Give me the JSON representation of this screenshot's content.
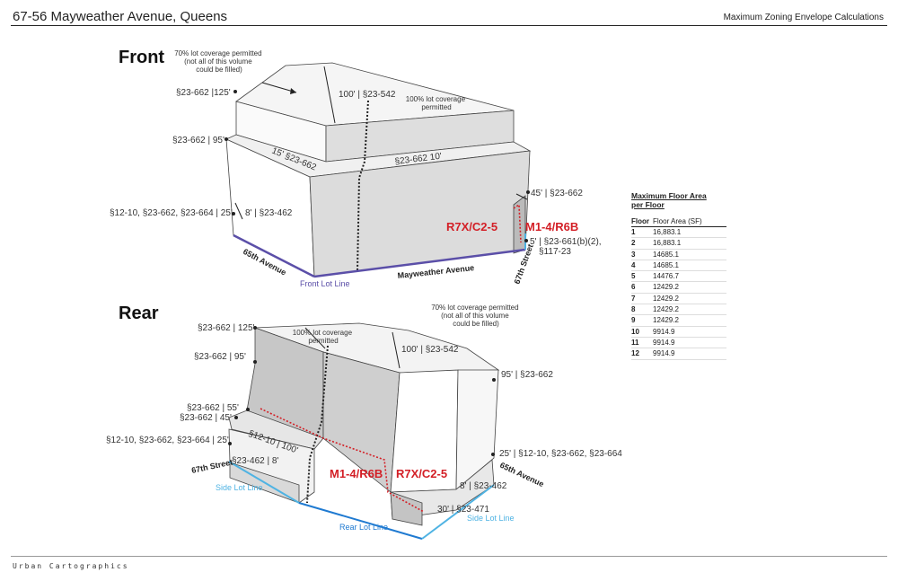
{
  "header": {
    "title": "67-56 Mayweather Avenue, Queens",
    "subtitle": "Maximum Zoning Envelope Calculations"
  },
  "footer": {
    "credit": "Urban Cartographics"
  },
  "front": {
    "section_label": "Front",
    "coverage_70": [
      "70% lot coverage permitted",
      "(not all of this volume",
      "could be filled)"
    ],
    "coverage_100": [
      "100% lot coverage",
      "permitted"
    ],
    "h125": "§23-662 |125'",
    "h95": "§23-662 | 95'",
    "h25": "§12-10, §23-662, §23-664 | 25'",
    "setback8": "8' | §23-462",
    "dim100": "100' | §23-542",
    "setback15": "15' §23-662",
    "setback10": "§23-662 10'",
    "h45": "45' | §23-662",
    "setback5": [
      "5' | §23-661(b)(2),",
      "§117-23"
    ],
    "zone_left": "R7X/C2-5",
    "zone_right": "M1-4/R6B",
    "street_65": "65th Avenue",
    "street_may": "Mayweather Avenue",
    "street_67": "67th Street",
    "lot_line": "Front Lot Line"
  },
  "rear": {
    "section_label": "Rear",
    "coverage_100": [
      "100% lot coverage",
      "permitted"
    ],
    "coverage_70": [
      "70% lot coverage permitted",
      "(not all of this volume",
      "could be filled)"
    ],
    "h125": "§23-662 | 125'",
    "h95": "§23-662 | 95'",
    "h55": "§23-662 | 55'",
    "h45": "§23-662 | 45'",
    "h25": "§12-10, §23-662, §23-664 | 25'",
    "dim100": "100' | §23-542",
    "setback_a": "§12-10 | 100'",
    "setback_b": "§23-462 | 8'",
    "r95": "95' | §23-662",
    "r25": "25' | §12-10, §23-662, §23-664",
    "r8": "8' | §23-462",
    "r30": "30' | §23-471",
    "zone_left": "M1-4/R6B",
    "zone_right": "R7X/C2-5",
    "street_67": "67th Street",
    "street_65": "65th Avenue",
    "side_lot_left": "Side Lot Line",
    "side_lot_right": "Side Lot Line",
    "rear_lot": "Rear Lot Line"
  },
  "floor_table": {
    "title": [
      "Maximum Floor Area",
      "per Floor"
    ],
    "col_floor": "Floor",
    "col_area": "Floor Area (SF)",
    "rows": [
      {
        "floor": "1",
        "area": "16,883.1"
      },
      {
        "floor": "2",
        "area": "16,883.1"
      },
      {
        "floor": "3",
        "area": "14685.1"
      },
      {
        "floor": "4",
        "area": "14685.1"
      },
      {
        "floor": "5",
        "area": "14476.7"
      },
      {
        "floor": "6",
        "area": "12429.2"
      },
      {
        "floor": "7",
        "area": "12429.2"
      },
      {
        "floor": "8",
        "area": "12429.2"
      },
      {
        "floor": "9",
        "area": "12429.2"
      },
      {
        "floor": "10",
        "area": "9914.9"
      },
      {
        "floor": "11",
        "area": "9914.9"
      },
      {
        "floor": "12",
        "area": "9914.9"
      }
    ]
  },
  "colors": {
    "zone_red": "#d31f26",
    "front_lot": "#5b4fa8",
    "side_lot": "#4fb3e3",
    "face_light": "#f2f2f2",
    "face_mid": "#d9d9d9",
    "face_dark": "#bdbdbd"
  }
}
